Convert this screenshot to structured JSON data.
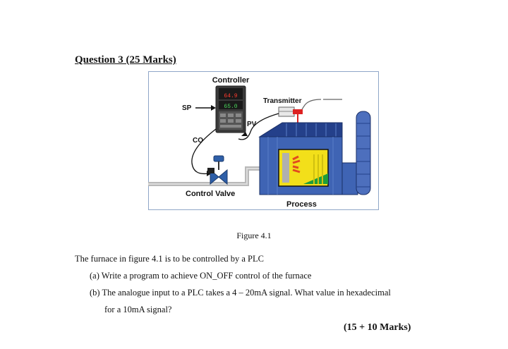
{
  "question": {
    "title": "Question 3 (25 Marks)"
  },
  "figure": {
    "labels": {
      "controller": "Controller",
      "transmitter": "Transmitter",
      "sp": "SP",
      "pv": "PV",
      "co": "CO",
      "control_valve": "Control Valve",
      "process": "Process"
    },
    "display_readouts": [
      "64.9",
      "65.0"
    ],
    "caption": "Figure 4.1"
  },
  "body": {
    "intro": "The furnace in figure 4.1 is to be controlled by a PLC",
    "part_a": "(a) Write a program to achieve ON_OFF control of the furnace",
    "part_b_line1": "(b) The analogue input to a PLC takes a 4 – 20mA signal. What value in hexadecimal",
    "part_b_line2": "for a 10mA signal?",
    "marks": "(15 + 10 Marks)"
  },
  "colors": {
    "furnace": "#3f64b4",
    "furnace_dark": "#24408a",
    "chamber": "#f2df1a",
    "pipe": "#b9b9b9",
    "controller_body": "#3a3a3a",
    "figure_border": "#8fa6c8"
  }
}
